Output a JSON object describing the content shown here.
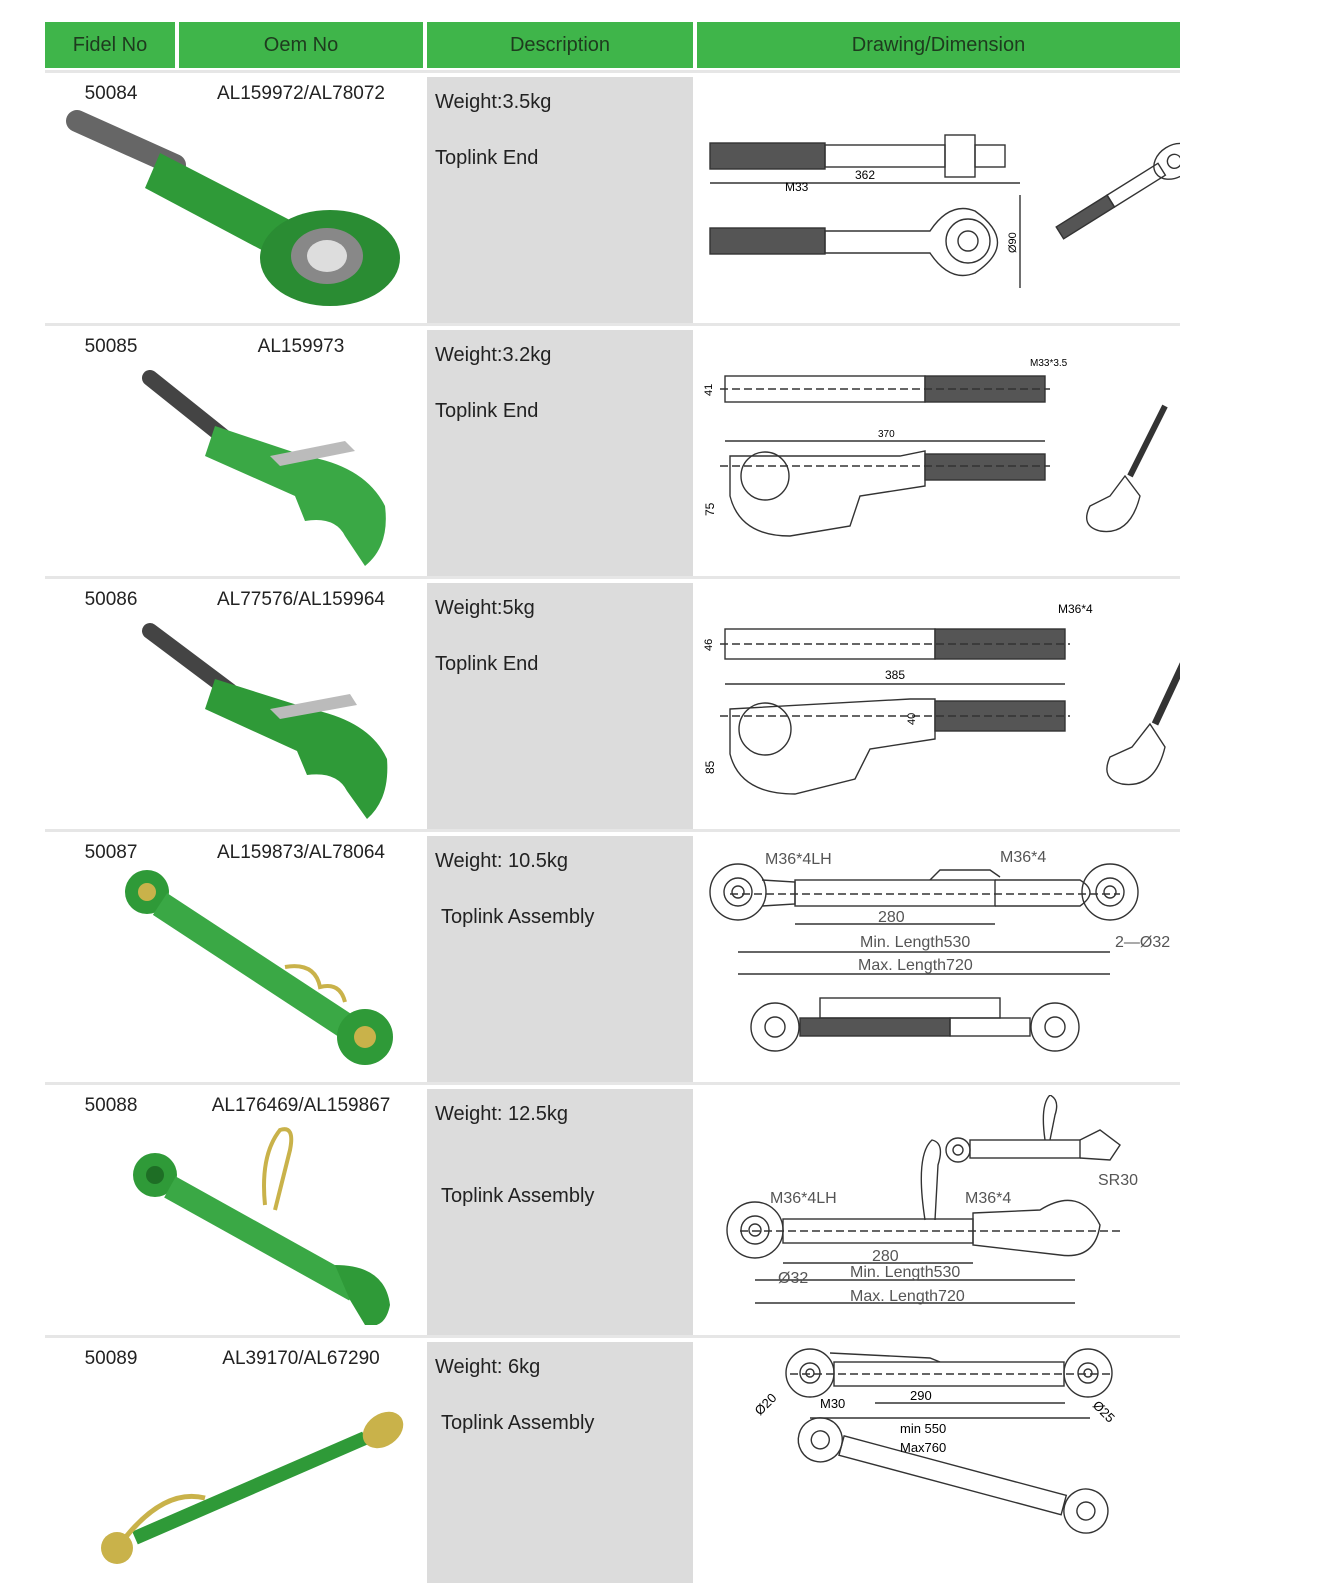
{
  "header": {
    "fidel_no": "Fidel No",
    "oem_no": "Oem No",
    "description": "Description",
    "drawing": "Drawing/Dimension"
  },
  "colors": {
    "header_green": "#3fb54a",
    "part_green": "#2f9a38",
    "desc_gray": "#dcdcdc"
  },
  "rows": [
    {
      "fidel_no": "50084",
      "oem_no": "AL159972/AL78072",
      "weight": "Weight:3.5kg",
      "type": "Toplink End",
      "dims": [
        "M33",
        "362",
        "Ø90"
      ]
    },
    {
      "fidel_no": "50085",
      "oem_no": "AL159973",
      "weight": "Weight:3.2kg",
      "type": "Toplink End",
      "dims": [
        "M33*3.5",
        "41",
        "370",
        "75"
      ]
    },
    {
      "fidel_no": "50086",
      "oem_no": "AL77576/AL159964",
      "weight": "Weight:5kg",
      "type": "Toplink End",
      "dims": [
        "M36*4",
        "46",
        "385",
        "40",
        "85"
      ]
    },
    {
      "fidel_no": "50087",
      "oem_no": "AL159873/AL78064",
      "weight": "Weight: 10.5kg",
      "type": "Toplink Assembly",
      "dims": [
        "M36*4LH",
        "M36*4",
        "280",
        "Min.  Length530",
        "Max.  Length720",
        "2—Ø32"
      ]
    },
    {
      "fidel_no": "50088",
      "oem_no": "AL176469/AL159867",
      "weight": "Weight: 12.5kg",
      "type": "Toplink Assembly",
      "dims": [
        "M36*4LH",
        "M36*4",
        "SR30",
        "280",
        "Ø32",
        "Min.  Length530",
        "Max.  Length720"
      ]
    },
    {
      "fidel_no": "50089",
      "oem_no": "AL39170/AL67290",
      "weight": "Weight: 6kg",
      "type": "Toplink Assembly",
      "dims": [
        "Ø20",
        "M30",
        "290",
        "Ø25",
        "min 550",
        "Max760"
      ]
    }
  ]
}
